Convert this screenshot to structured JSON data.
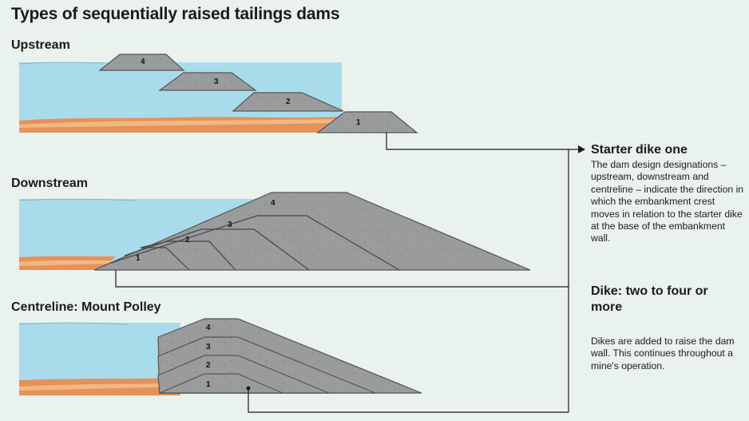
{
  "title": "Types of sequentially raised tailings dams",
  "sections": {
    "upstream": {
      "label": "Upstream",
      "dikes": [
        "1",
        "2",
        "3",
        "4"
      ]
    },
    "downstream": {
      "label": "Downstream",
      "dikes": [
        "1",
        "2",
        "3",
        "4"
      ]
    },
    "centreline": {
      "label": "Centreline: Mount Polley",
      "dikes": [
        "1",
        "2",
        "3",
        "4"
      ]
    }
  },
  "callouts": {
    "starter": {
      "heading": "Starter dike one",
      "body": "The dam design designations – upstream, downstream and centreline – indicate the direction in which the embankment crest moves in relation to the starter dike at the base of the embankment wall."
    },
    "raise": {
      "heading": "Dike: two to four or more",
      "body": "Dikes are added to raise the dam wall. This continues throughout a mine's operation."
    }
  },
  "colors": {
    "background": "#eaf2ee",
    "water": "#a9dceb",
    "sediment": "#e6915a",
    "sediment_light": "#f2b882",
    "dike_fill": "#9a9b9d",
    "dike_edge": "#545557",
    "leader_line": "#1b1b1b"
  }
}
